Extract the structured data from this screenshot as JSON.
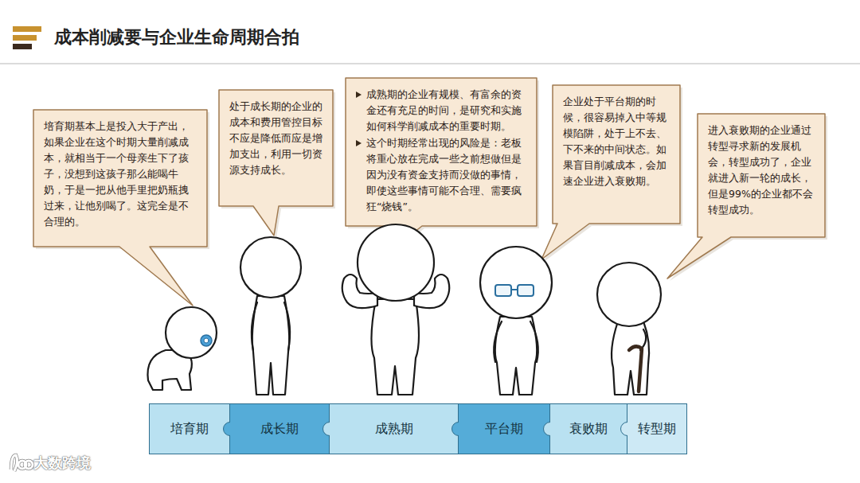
{
  "diagram": {
    "title": "成本削减要与企业生命周期合拍",
    "nodes": [
      {
        "text": [
          "培育期基本上是投入大于产出，如果企业在这个时期大量削减成本，就相当于一个母亲生下了孩子，没想到这孩子那么能喝牛奶，于是一把从他手里把奶瓶拽过来，让他别喝了。这完全是不合理的。"
        ]
      },
      {
        "text": [
          "处于成长期的企业的成本和费用管控目标不应是降低而应是增加支出，利用一切资源支持成长。"
        ]
      },
      {
        "text": [
          "成熟期的企业有规模、有富余的资金还有充足的时间，是研究和实施如何科学削减成本的重要时期。",
          "这个时期经常出现的风险是：老板将重心放在完成一些之前想做但是因为没有资金支持而没做的事情，即使这些事情可能不合理、需要疯狂“烧钱”。"
        ]
      },
      {
        "text": [
          "企业处于平台期的时候，很容易掉入中等规模陷阱，处于上不去、下不来的中间状态。如果盲目削减成本，会加速企业进入衰败期。"
        ]
      },
      {
        "text": [
          "进入衰败期的企业通过转型寻求新的发展机会，转型成功了，企业就进入新一轮的成长，但是99%的企业都不会转型成功。"
        ]
      },
      {
        "text": [
          "培育期"
        ]
      },
      {
        "text": [
          "成长期"
        ]
      },
      {
        "text": [
          "成熟期"
        ]
      },
      {
        "text": [
          "平台期"
        ]
      },
      {
        "text": [
          "衰败期"
        ]
      },
      {
        "text": [
          "转型期"
        ]
      }
    ],
    "labels": [
      "大数跨境"
    ]
  }
}
